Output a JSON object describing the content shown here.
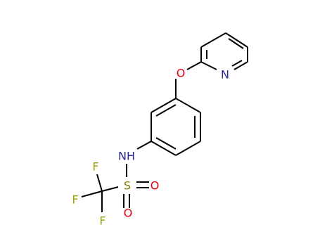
{
  "molecule": {
    "atoms": {
      "F_top": "F",
      "F_left": "F",
      "F_bottom": "F",
      "S": "S",
      "O_right": "O",
      "O_bottom": "O",
      "N": "NH",
      "O_ether": "O",
      "N_pyridine": "N"
    },
    "colors": {
      "F": "#9aa00a",
      "S": "#8a8200",
      "O": "#e8000b",
      "N": "#2b2b8f",
      "bond": "#000000"
    }
  }
}
